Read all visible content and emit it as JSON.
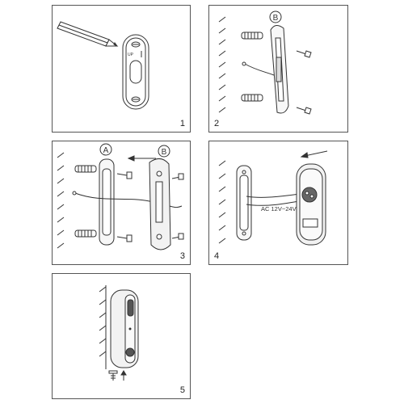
{
  "steps": [
    {
      "number": "1"
    },
    {
      "number": "2"
    },
    {
      "number": "3"
    },
    {
      "number": "4"
    },
    {
      "number": "5"
    }
  ],
  "labels": {
    "up_mark": "UP",
    "part_a": "A",
    "part_b": "B",
    "voltage": "AC 12V~24V"
  },
  "colors": {
    "line": "#333333",
    "panel_border": "#555555",
    "body_fill": "#f2f2f2",
    "dark_fill": "#666666"
  }
}
